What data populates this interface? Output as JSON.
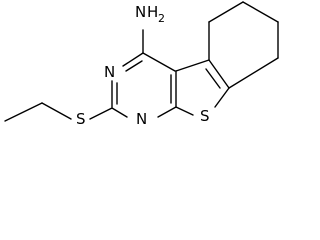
{
  "molecule": {
    "atoms": {
      "amine_n": "N",
      "amine_h": "H",
      "amine_h_count": "2",
      "ring_n3": "N",
      "ring_n1": "N",
      "ring_s_thiophene": "S",
      "thioether_s": "S"
    }
  }
}
